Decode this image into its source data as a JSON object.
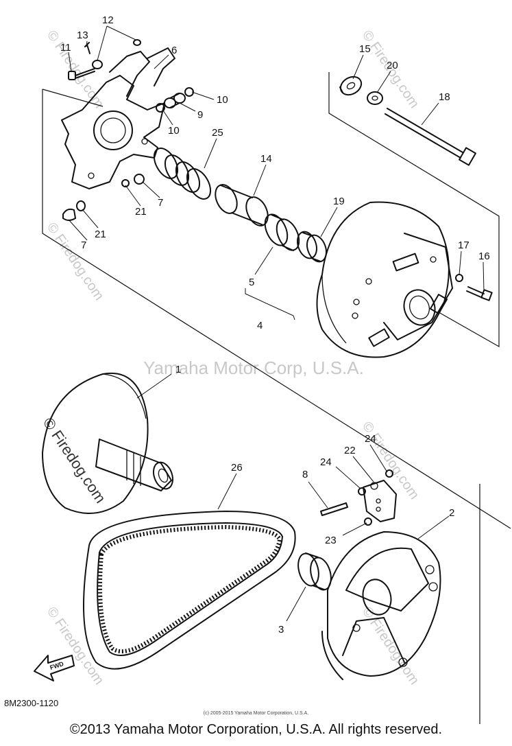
{
  "watermark": {
    "center_text": "Yamaha Motor Corp, U.S.A.",
    "side_text": "© Firedog.com"
  },
  "callouts": [
    "12",
    "13",
    "11",
    "6",
    "10",
    "9",
    "10",
    "25",
    "14",
    "15",
    "20",
    "18",
    "7",
    "21",
    "21",
    "7",
    "19",
    "17",
    "16",
    "5",
    "4",
    "1",
    "26",
    "24",
    "22",
    "24",
    "8",
    "2",
    "23",
    "3"
  ],
  "fwd_label": "FWD",
  "part_code": "8M2300-1120",
  "fine_print": "(c) 2005-2015 Yamaha Motor Corporation, U.S.A.",
  "copyright": "©2013 Yamaha Motor Corporation, U.S.A. All rights reserved."
}
